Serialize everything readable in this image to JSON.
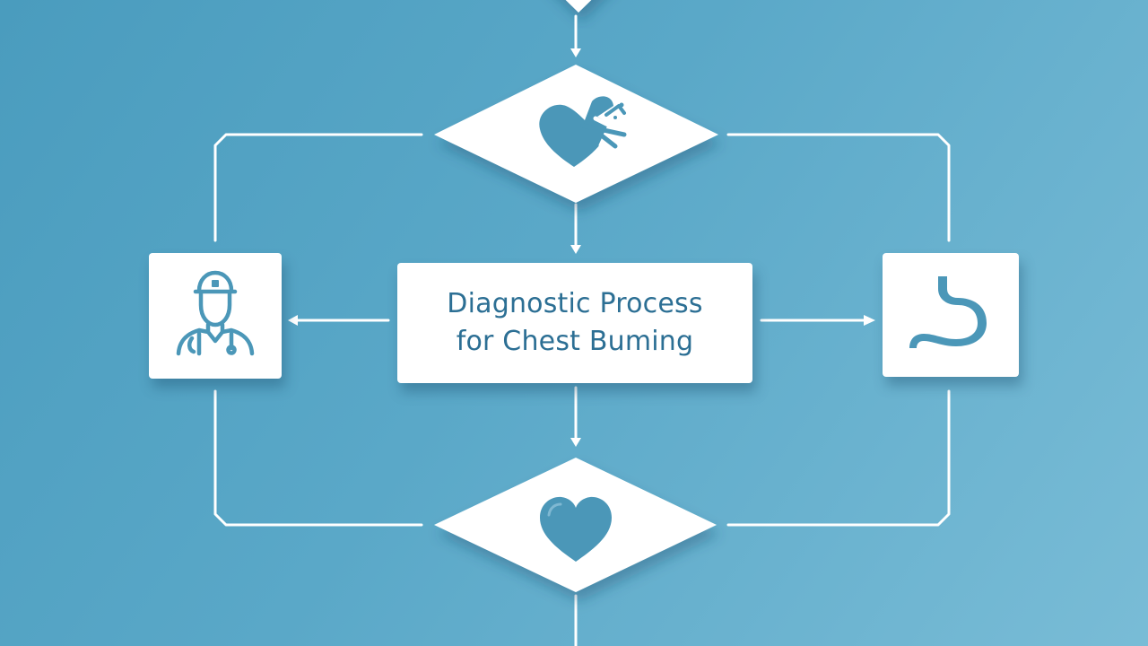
{
  "diagram": {
    "title_lines": [
      "Diagnostic Process",
      "for Chest Buming"
    ],
    "nodes": [
      {
        "id": "top-diamond",
        "shape": "diamond",
        "icon": "broken-heart-icon"
      },
      {
        "id": "left-box",
        "shape": "square",
        "icon": "doctor-icon"
      },
      {
        "id": "center-box",
        "shape": "rectangle",
        "icon": null
      },
      {
        "id": "right-box",
        "shape": "square",
        "icon": "stomach-icon"
      },
      {
        "id": "bottom-diamond",
        "shape": "diamond",
        "icon": "heart-icon"
      }
    ],
    "colors": {
      "background": "#5aa8c8",
      "node_fill": "#ffffff",
      "icon": "#4b97b8",
      "text": "#2c6f94",
      "connector": "#ffffff"
    }
  }
}
